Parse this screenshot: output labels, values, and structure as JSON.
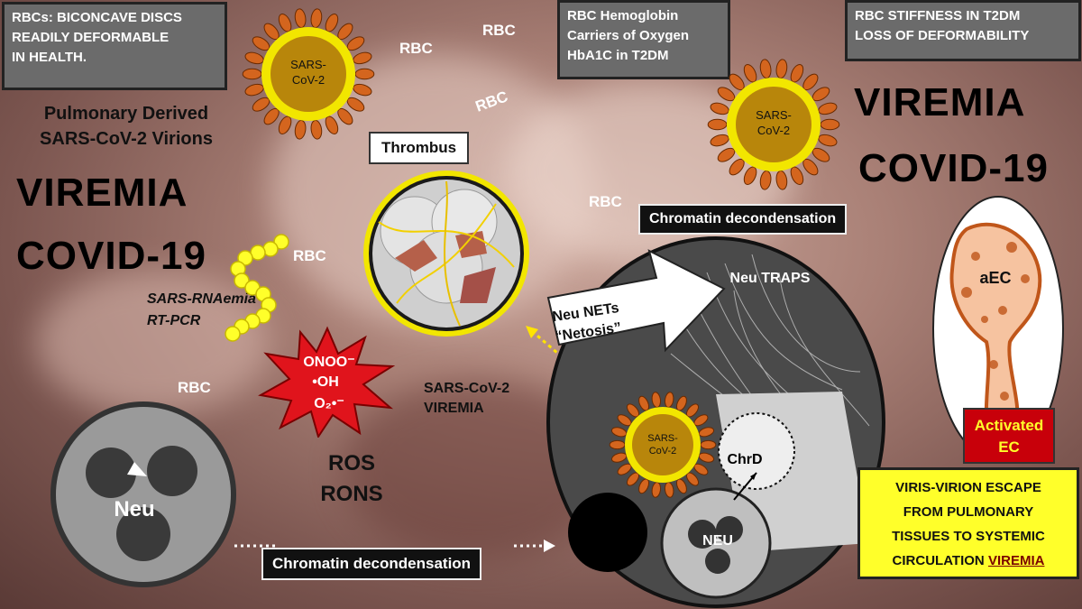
{
  "boxes": {
    "rbc_deformable": [
      "RBCs: BICONCAVE DISCS",
      "READILY DEFORMABLE",
      "IN HEALTH."
    ],
    "rbc_hemoglobin": [
      "RBC Hemoglobin",
      "Carriers of Oxygen",
      "HbA1C in T2DM"
    ],
    "rbc_stiffness": [
      "RBC STIFFNESS IN T2DM",
      "LOSS OF DEFORMABILITY"
    ]
  },
  "left_text": {
    "pulmonary": [
      "Pulmonary Derived",
      "SARS-CoV-2 Virions"
    ],
    "viremia": "VIREMIA",
    "covid": "COVID-19",
    "rnaemia": [
      "SARS-RNAemia",
      "RT-PCR"
    ]
  },
  "right_text": {
    "viremia": "VIREMIA",
    "covid": "COVID-19"
  },
  "virus_label": [
    "SARS-",
    "CoV-2"
  ],
  "rbc_label": "RBC",
  "thrombus_label": "Thrombus",
  "chromatin_top": "Chromatin decondensation",
  "chromatin_bottom": "Chromatin decondensation",
  "neu_traps": "Neu TRAPS",
  "neu_nets": [
    "Neu NETs",
    "“Netosis”"
  ],
  "ros_star": [
    "ONOO⁻",
    "•OH",
    "O₂•⁻"
  ],
  "ros_rons": [
    "ROS",
    "RONS"
  ],
  "sars_viremia": [
    "SARS-CoV-2",
    "VIREMIA"
  ],
  "neu_label": "Neu",
  "neu_small_label": "NEU",
  "chrd_label": "ChrD",
  "aec_label": "aEC",
  "activated_ec": [
    "Activated",
    "EC"
  ],
  "escape_box": [
    "VIRIS-VIRION ESCAPE",
    "FROM PULMONARY",
    "TISSUES TO SYSTEMIC",
    "CIRCULATION"
  ],
  "escape_viremia": "VIREMIA",
  "colors": {
    "virus_orange": "#d4651e",
    "virus_yellow": "#f2e600",
    "virus_core": "#b8860b",
    "escape_bg": "#ffff2a",
    "activated_bg": "#c8000a",
    "star_red": "#e0141c"
  }
}
